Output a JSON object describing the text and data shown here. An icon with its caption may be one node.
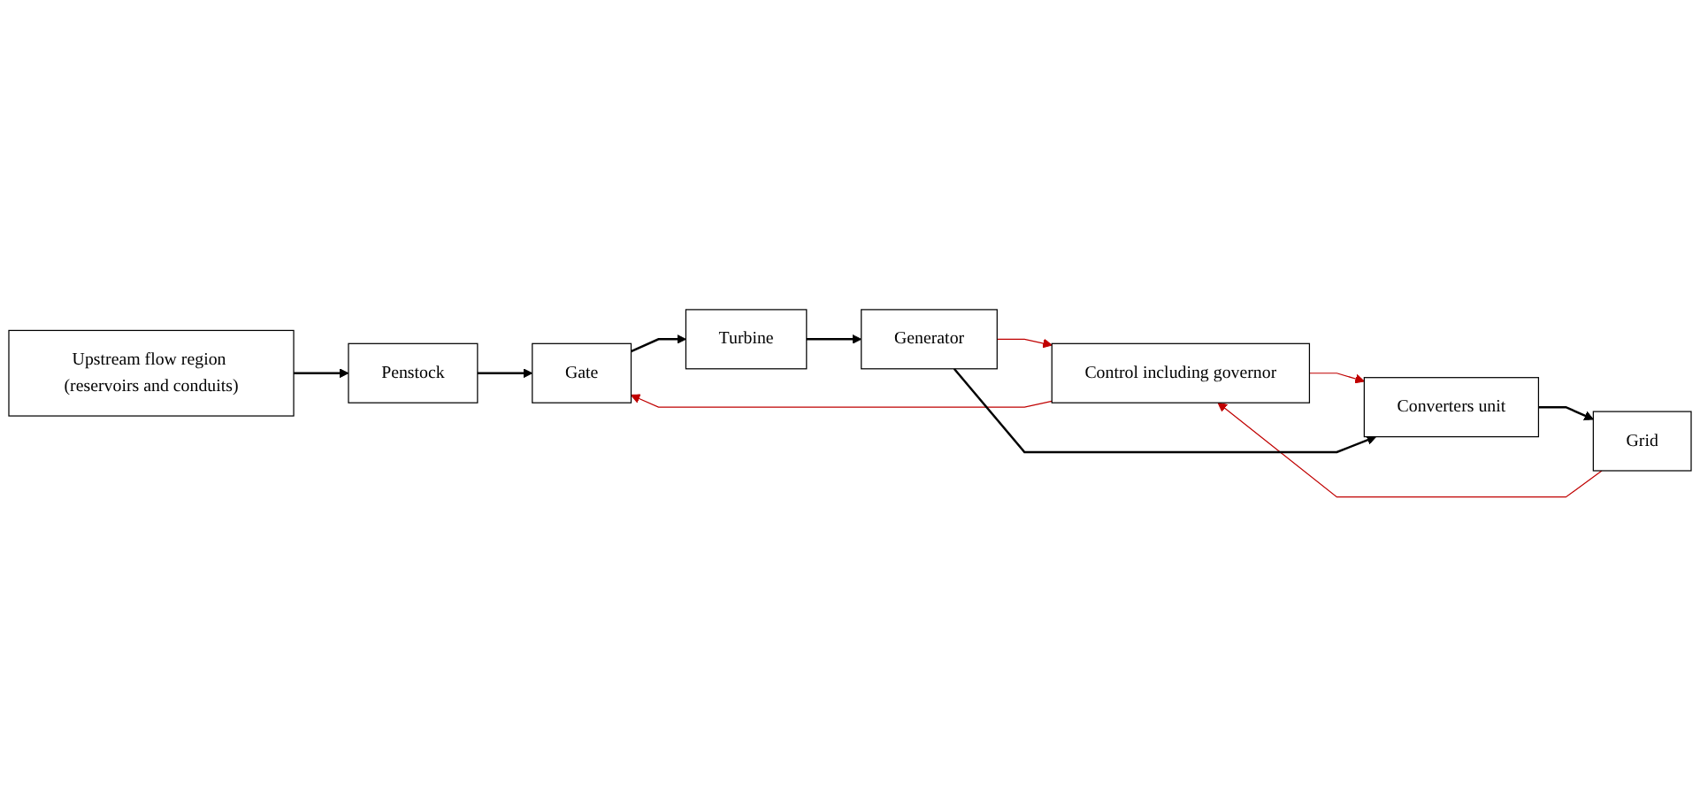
{
  "diagram": {
    "nodes": [
      {
        "text": [
          "Upstream flow region (reservoirs and conduits)"
        ]
      },
      {
        "text": [
          "Penstock"
        ]
      },
      {
        "text": [
          "Gate"
        ]
      },
      {
        "text": [
          "Turbine"
        ]
      },
      {
        "text": [
          "Control including governor"
        ]
      },
      {
        "text": [
          "Generator"
        ]
      },
      {
        "text": [
          "Grid"
        ]
      },
      {
        "text": [
          "Converters unit"
        ]
      }
    ],
    "edges": [
      {
        "from": 0,
        "to": 1,
        "arrow": "to"
      },
      {
        "from": 1,
        "to": 2,
        "arrow": "to"
      },
      {
        "from": 2,
        "to": 3,
        "arrow": "to"
      },
      {
        "from": 3,
        "to": 5,
        "arrow": "to"
      },
      {
        "from": 5,
        "to": 4,
        "arrow": "to",
        "color": "#c00000"
      },
      {
        "from": 4,
        "to": 2,
        "arrow": "to",
        "color": "#c00000"
      },
      {
        "from": 4,
        "to": 7,
        "arrow": "to",
        "color": "#c00000"
      },
      {
        "from": 6,
        "to": 4,
        "arrow": "to",
        "color": "#c00000"
      },
      {
        "from": 5,
        "to": 7,
        "arrow": "to"
      },
      {
        "from": 7,
        "to": 6,
        "arrow": "to"
      }
    ]
  }
}
